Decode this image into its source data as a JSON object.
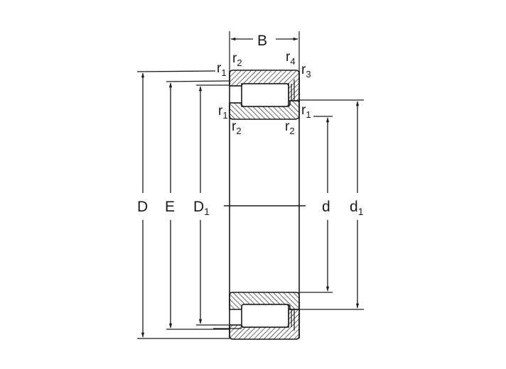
{
  "diagram": {
    "type": "cylindrical roller bearing cross-section dimension drawing",
    "colors": {
      "line": "#1a1a1a",
      "background": "#ffffff"
    },
    "labels": {
      "width": "B",
      "outer_diameter": "D",
      "raceway_diameter_outer": "E",
      "outer_ring_shoulder": "D",
      "outer_ring_shoulder_sub": "1",
      "bore_diameter": "d",
      "inner_ring_shoulder": "d",
      "inner_ring_shoulder_sub": "1"
    },
    "radii": {
      "r": "r",
      "sub1": "1",
      "sub2": "2",
      "sub3": "3",
      "sub4": "4"
    }
  }
}
